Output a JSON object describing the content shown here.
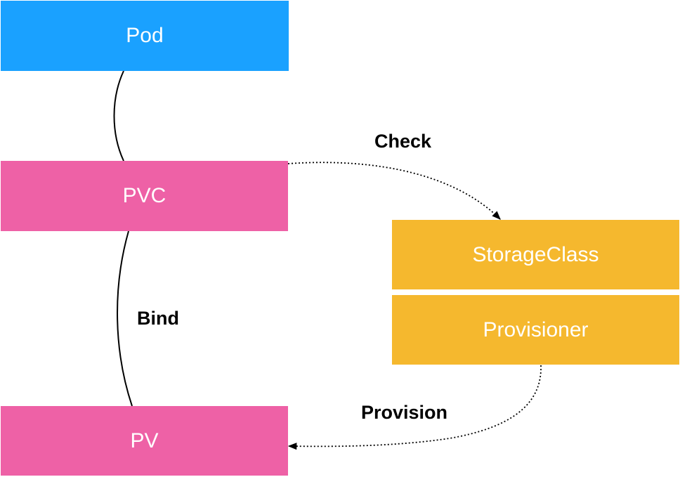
{
  "nodes": {
    "pod": {
      "label": "Pod",
      "color": "#1aa1ff"
    },
    "pvc": {
      "label": "PVC",
      "color": "#ee61a6"
    },
    "pv": {
      "label": "PV",
      "color": "#ee61a6"
    },
    "storage_class": {
      "label": "StorageClass",
      "color": "#f5b82e"
    },
    "provisioner": {
      "label": "Provisioner",
      "color": "#f5b82e"
    }
  },
  "edges": {
    "pod_pvc": {
      "label": "",
      "style": "solid"
    },
    "pvc_pv": {
      "label": "Bind",
      "style": "solid"
    },
    "pvc_storage_class": {
      "label": "Check",
      "style": "dotted-arrow"
    },
    "provisioner_pv": {
      "label": "Provision",
      "style": "dotted-arrow"
    }
  }
}
